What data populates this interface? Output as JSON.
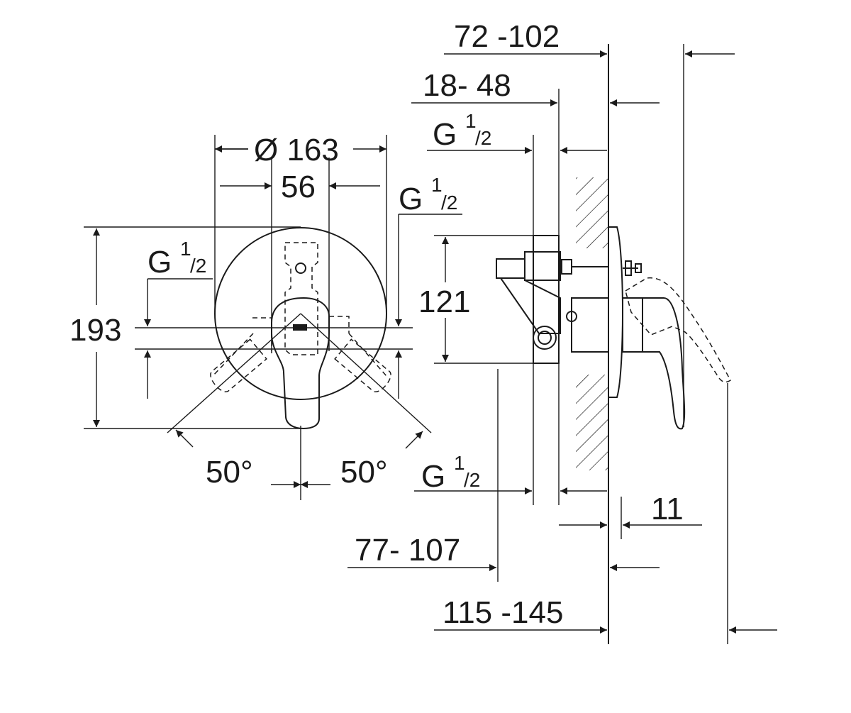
{
  "front_view": {
    "dim_diameter": "Ø 163",
    "dim_center": "56",
    "dim_height": "193",
    "dim_angle_left": "50°",
    "dim_angle_right": "50°",
    "thread_left": {
      "base": "G",
      "num": "1",
      "den": "/2"
    },
    "thread_right": {
      "base": "G",
      "num": "1",
      "den": "/2"
    }
  },
  "side_view": {
    "dim_72_102": "72 -102",
    "dim_18_48": "18- 48",
    "dim_121": "121",
    "dim_11": "11",
    "dim_77_107": "77- 107",
    "dim_115_145": "115 -145",
    "thread_top": {
      "base": "G",
      "num": "1",
      "den": "/2"
    },
    "thread_bottom": {
      "base": "G",
      "num": "1",
      "den": "/2"
    }
  }
}
